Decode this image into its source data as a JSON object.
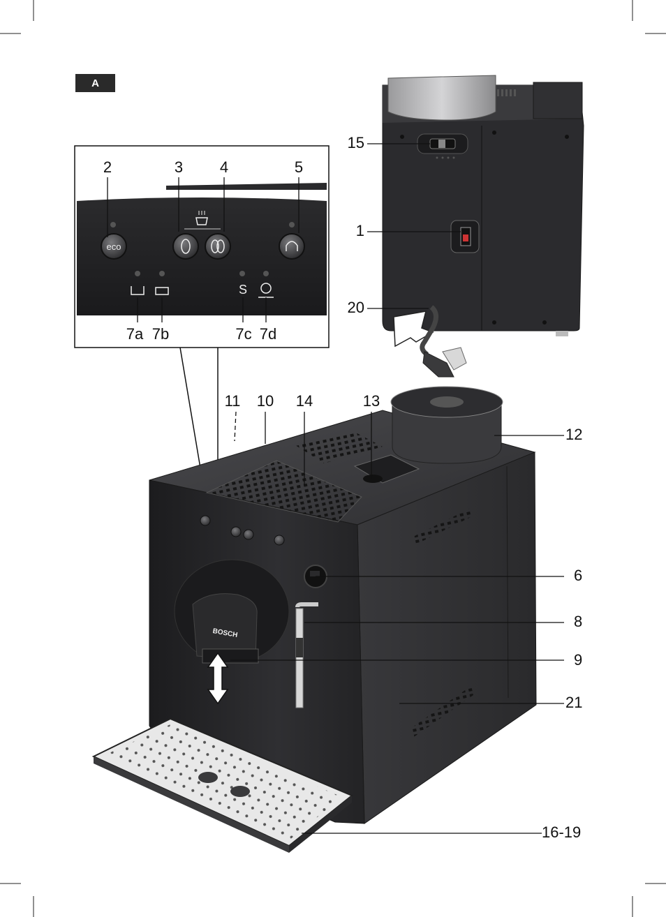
{
  "section_badge": "A",
  "brand": "BOSCH",
  "eco_label": "eco",
  "s_label": "S",
  "callouts": {
    "c1": "1",
    "c2": "2",
    "c3": "3",
    "c4": "4",
    "c5": "5",
    "c6": "6",
    "c7a": "7a",
    "c7b": "7b",
    "c7c": "7c",
    "c7d": "7d",
    "c8": "8",
    "c9": "9",
    "c10": "10",
    "c11": "11",
    "c12": "12",
    "c13": "13",
    "c14": "14",
    "c15": "15",
    "c16_19": "16-19",
    "c20": "20",
    "c21": "21"
  },
  "colors": {
    "body": "#2d2d2f",
    "body_dark": "#1d1d1f",
    "panel": "#1e1e20",
    "tray": "#e4e4e4",
    "line": "#111111"
  }
}
